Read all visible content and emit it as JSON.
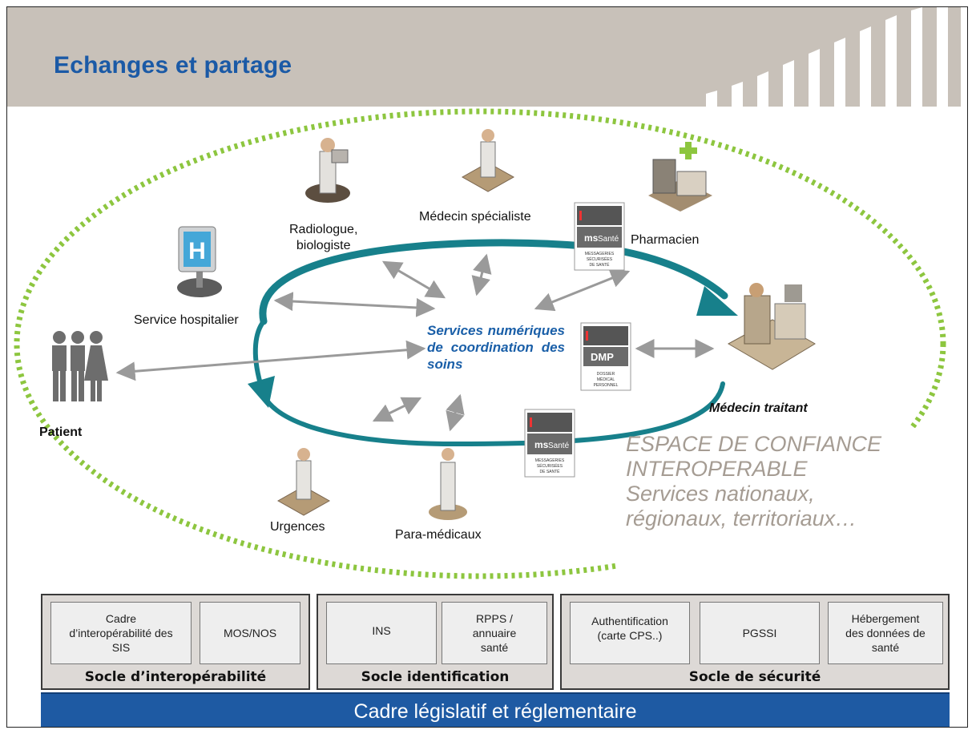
{
  "header": {
    "title": "Echanges et partage"
  },
  "colors": {
    "title_blue": "#1b5aa6",
    "header_bg": "#c8c1b9",
    "dotted_green": "#8dc63f",
    "arrow_teal": "#17808b",
    "espace_gray": "#a59c93",
    "cadre_blue": "#1e5aa3"
  },
  "actors": {
    "radiologue": "Radiologue,\nbiologiste",
    "specialiste": "Médecin spécialiste",
    "pharmacien": "Pharmacien",
    "hospitalier": "Service hospitalier",
    "patient": "Patient",
    "traitant": "Médecin  traitant",
    "urgences": "Urgences",
    "paramedicaux": "Para-médicaux"
  },
  "center": {
    "text": "Services numériques de coordination des soins"
  },
  "badges": {
    "mssante_brand": "Santé",
    "mssante_sub": "MESSAGERIES\nSÉCURISÉES\nDE SANTÉ",
    "dmp": "DMP",
    "dmp_sub": "DOSSIER\nMÉDICAL\nPERSONNEL"
  },
  "espace": {
    "line1": "ESPACE DE CONFIANCE",
    "line2": "INTEROPERABLE",
    "line3": "Services nationaux,",
    "line4": "régionaux, territoriaux…"
  },
  "socles": [
    {
      "title": "Socle d’interopérabilité",
      "items": [
        "Cadre\nd’interopérabilité des\nSIS",
        "MOS/NOS"
      ]
    },
    {
      "title": "Socle identification",
      "items": [
        "INS",
        "RPPS /\nannuaire\nsanté"
      ]
    },
    {
      "title": "Socle de sécurité",
      "items": [
        "Authentification\n(carte CPS..)",
        "PGSSI",
        "Hébergement\ndes données de\nsanté"
      ]
    }
  ],
  "footer": {
    "cadre": "Cadre législatif et réglementaire"
  }
}
